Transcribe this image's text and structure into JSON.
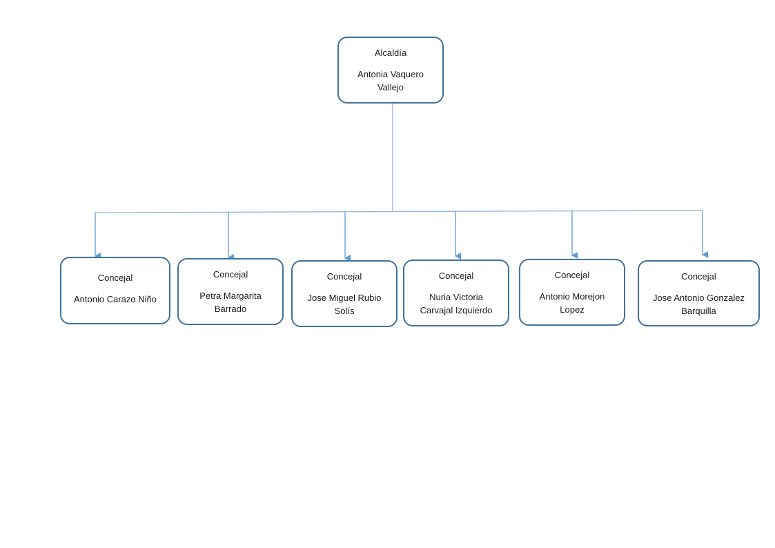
{
  "org_chart": {
    "root": {
      "role": "Alcaldía",
      "name_lines": [
        "Antonia Vaquero",
        "Vallejo"
      ]
    },
    "children": [
      {
        "role": "Concejal",
        "name_lines": [
          "Antonio Carazo Niño"
        ]
      },
      {
        "role": "Concejal",
        "name_lines": [
          "Petra Margarita",
          "Barrado"
        ]
      },
      {
        "role": "Concejal",
        "name_lines": [
          "Jose Miguel Rubio",
          "Solís"
        ]
      },
      {
        "role": "Concejal",
        "name_lines": [
          "Nuria Victoria",
          "Carvajal Izquierdo"
        ]
      },
      {
        "role": "Concejal",
        "name_lines": [
          "Antonio Morejon",
          "Lopez"
        ]
      },
      {
        "role": "Concejal",
        "name_lines": [
          "Jose Antonio Gonzalez",
          "Barquilla"
        ]
      }
    ]
  },
  "colors": {
    "box_border": "#41719c",
    "connector": "#5b9bd5"
  }
}
